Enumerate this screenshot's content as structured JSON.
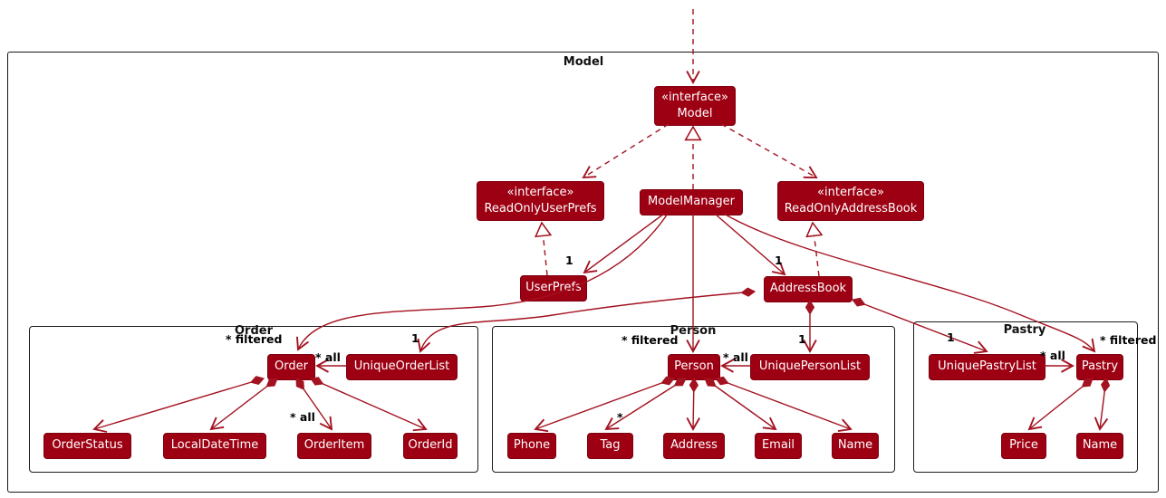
{
  "diagram": {
    "frame_title": "Model",
    "type": "uml-class-diagram",
    "colors": {
      "node_fill": "#9d0012",
      "node_text": "#ffffff",
      "edge_line": "#a31220",
      "package_border": "#1b1b1b",
      "background": "#ffffff"
    }
  },
  "packages": {
    "order": "Order",
    "person": "Person",
    "pastry": "Pastry"
  },
  "nodes": {
    "model_interface": {
      "stereotype": "«interface»",
      "name": "Model"
    },
    "read_only_user_prefs": {
      "stereotype": "«interface»",
      "name": "ReadOnlyUserPrefs"
    },
    "model_manager": {
      "name": "ModelManager"
    },
    "read_only_address_book": {
      "stereotype": "«interface»",
      "name": "ReadOnlyAddressBook"
    },
    "user_prefs": {
      "name": "UserPrefs"
    },
    "address_book": {
      "name": "AddressBook"
    },
    "order": {
      "name": "Order"
    },
    "unique_order_list": {
      "name": "UniqueOrderList"
    },
    "order_status": {
      "name": "OrderStatus"
    },
    "local_date_time": {
      "name": "LocalDateTime"
    },
    "order_item": {
      "name": "OrderItem"
    },
    "order_id": {
      "name": "OrderId"
    },
    "person": {
      "name": "Person"
    },
    "unique_person_list": {
      "name": "UniquePersonList"
    },
    "phone": {
      "name": "Phone"
    },
    "tag": {
      "name": "Tag"
    },
    "address": {
      "name": "Address"
    },
    "email": {
      "name": "Email"
    },
    "person_name": {
      "name": "Name"
    },
    "unique_pastry_list": {
      "name": "UniquePastryList"
    },
    "pastry": {
      "name": "Pastry"
    },
    "price": {
      "name": "Price"
    },
    "pastry_name": {
      "name": "Name"
    }
  },
  "labels": {
    "one_user_prefs": "1",
    "one_address_book": "1",
    "one_unique_order_list": "1",
    "one_unique_person_list": "1",
    "one_unique_pastry_list": "1",
    "filtered_order": "* filtered",
    "filtered_person": "* filtered",
    "filtered_pastry": "* filtered",
    "all_order": "* all",
    "all_order_item": "* all",
    "all_person": "* all",
    "all_pastry": "* all",
    "star_tag": "*"
  }
}
